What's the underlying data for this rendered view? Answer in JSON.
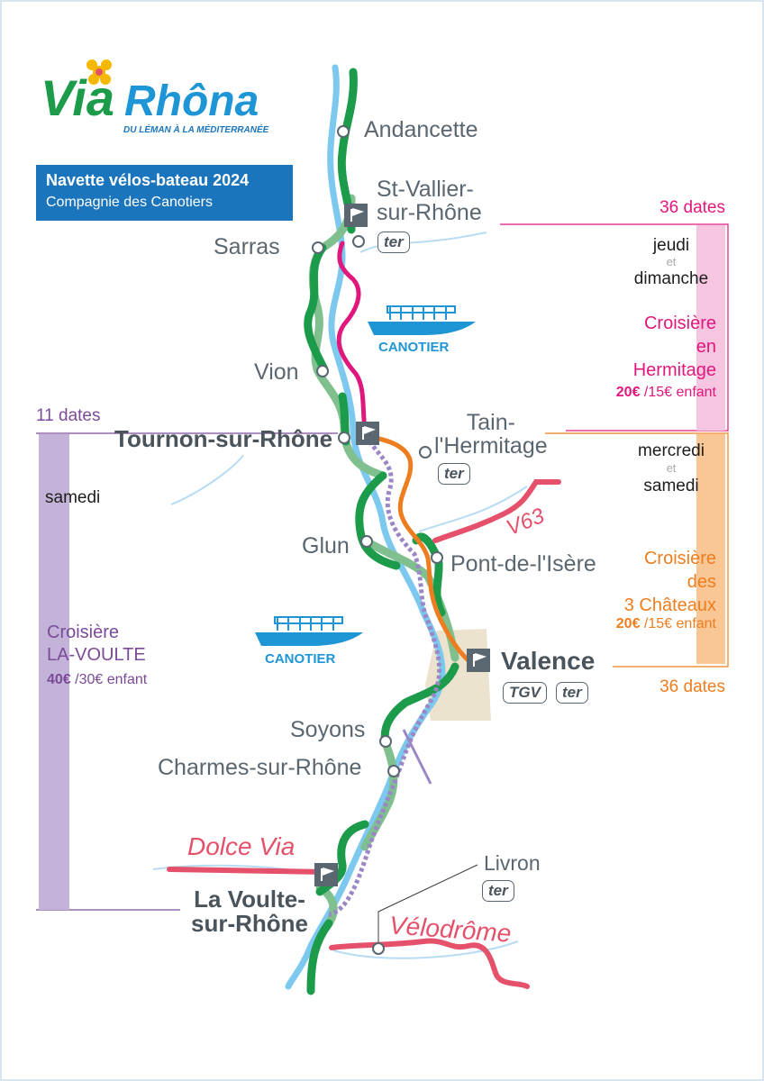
{
  "logo": {
    "text": "ViaRhôna",
    "tagline": "DU LÉMAN À LA MÉDITERRANÉE"
  },
  "navette": {
    "title": "Navette vélos-bateau 2024",
    "company": "Compagnie des Canotiers"
  },
  "boat_label": "CANOTIER",
  "places": {
    "andancette": "Andancette",
    "st_vallier": "St-Vallier-\nsur-Rhône",
    "sarras": "Sarras",
    "vion": "Vion",
    "tournon": "Tournon-sur-Rhône",
    "tain": "Tain-\nl'Hermitage",
    "glun": "Glun",
    "pont_isere": "Pont-de-l'Isère",
    "valence": "Valence",
    "soyons": "Soyons",
    "charmes": "Charmes-sur-Rhône",
    "livron": "Livron",
    "la_voulte": "La Voulte-\nsur-Rhône"
  },
  "transport": {
    "ter": "ter",
    "tgv": "TGV"
  },
  "routes": {
    "v63": "V63",
    "dolce_via": "Dolce Via",
    "velodrome": "Vélodrôme"
  },
  "cruises": {
    "hermitage": {
      "dates": "36 dates",
      "day1": "jeudi",
      "et": "et",
      "day2": "dimanche",
      "name": "Croisière\nen\nHermitage",
      "price": "20€",
      "child": " /15€ enfant",
      "color": "#e0177d",
      "band": "#f6c6e1"
    },
    "chateaux": {
      "dates": "36 dates",
      "day1": "mercredi",
      "et": "et",
      "day2": "samedi",
      "name": "Croisière\ndes\n3 Châteaux",
      "price": "20€",
      "child": " /15€ enfant",
      "color": "#ee7d1f",
      "band": "#f9c795"
    },
    "la_voulte": {
      "dates": "11 dates",
      "day": "samedi",
      "name": "Croisière\nLA-VOULTE",
      "price": "40€",
      "child": " /30€ enfant",
      "color": "#7b4a99",
      "band": "#c4b3d8"
    }
  },
  "colors": {
    "river": "#7cc8ee",
    "viarhona": "#1c9b4b",
    "viarhona_light": "#7fc08e",
    "boat": "#1e96d6",
    "road": "#e5506a"
  }
}
